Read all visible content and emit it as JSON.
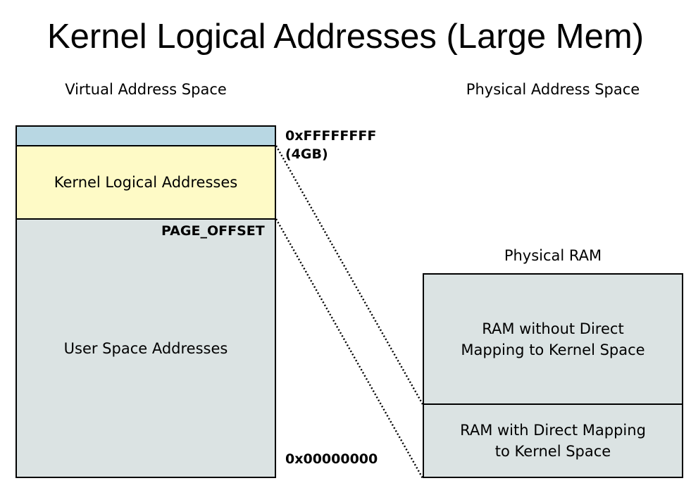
{
  "title": "Kernel Logical Addresses (Large Mem)",
  "virtual": {
    "heading": "Virtual Address Space",
    "kernel_logical_label": "Kernel Logical Addresses",
    "user_space_label": "User Space Addresses",
    "top_address_line1": "0xFFFFFFFF",
    "top_address_line2": "(4GB)",
    "page_offset_label": "PAGE_OFFSET",
    "bottom_address": "0x00000000"
  },
  "physical": {
    "heading": "Physical Address Space",
    "ram_heading": "Physical RAM",
    "upper_region_line1": "RAM without Direct",
    "upper_region_line2": "Mapping to Kernel Space",
    "lower_region_line1": "RAM with Direct Mapping",
    "lower_region_line2": "to Kernel Space"
  },
  "colors": {
    "top_strip": "#b8d7e3",
    "kernel_logical": "#fefac6",
    "user_space": "#dbe3e3",
    "ram_region": "#dbe3e3",
    "border": "#000000"
  }
}
